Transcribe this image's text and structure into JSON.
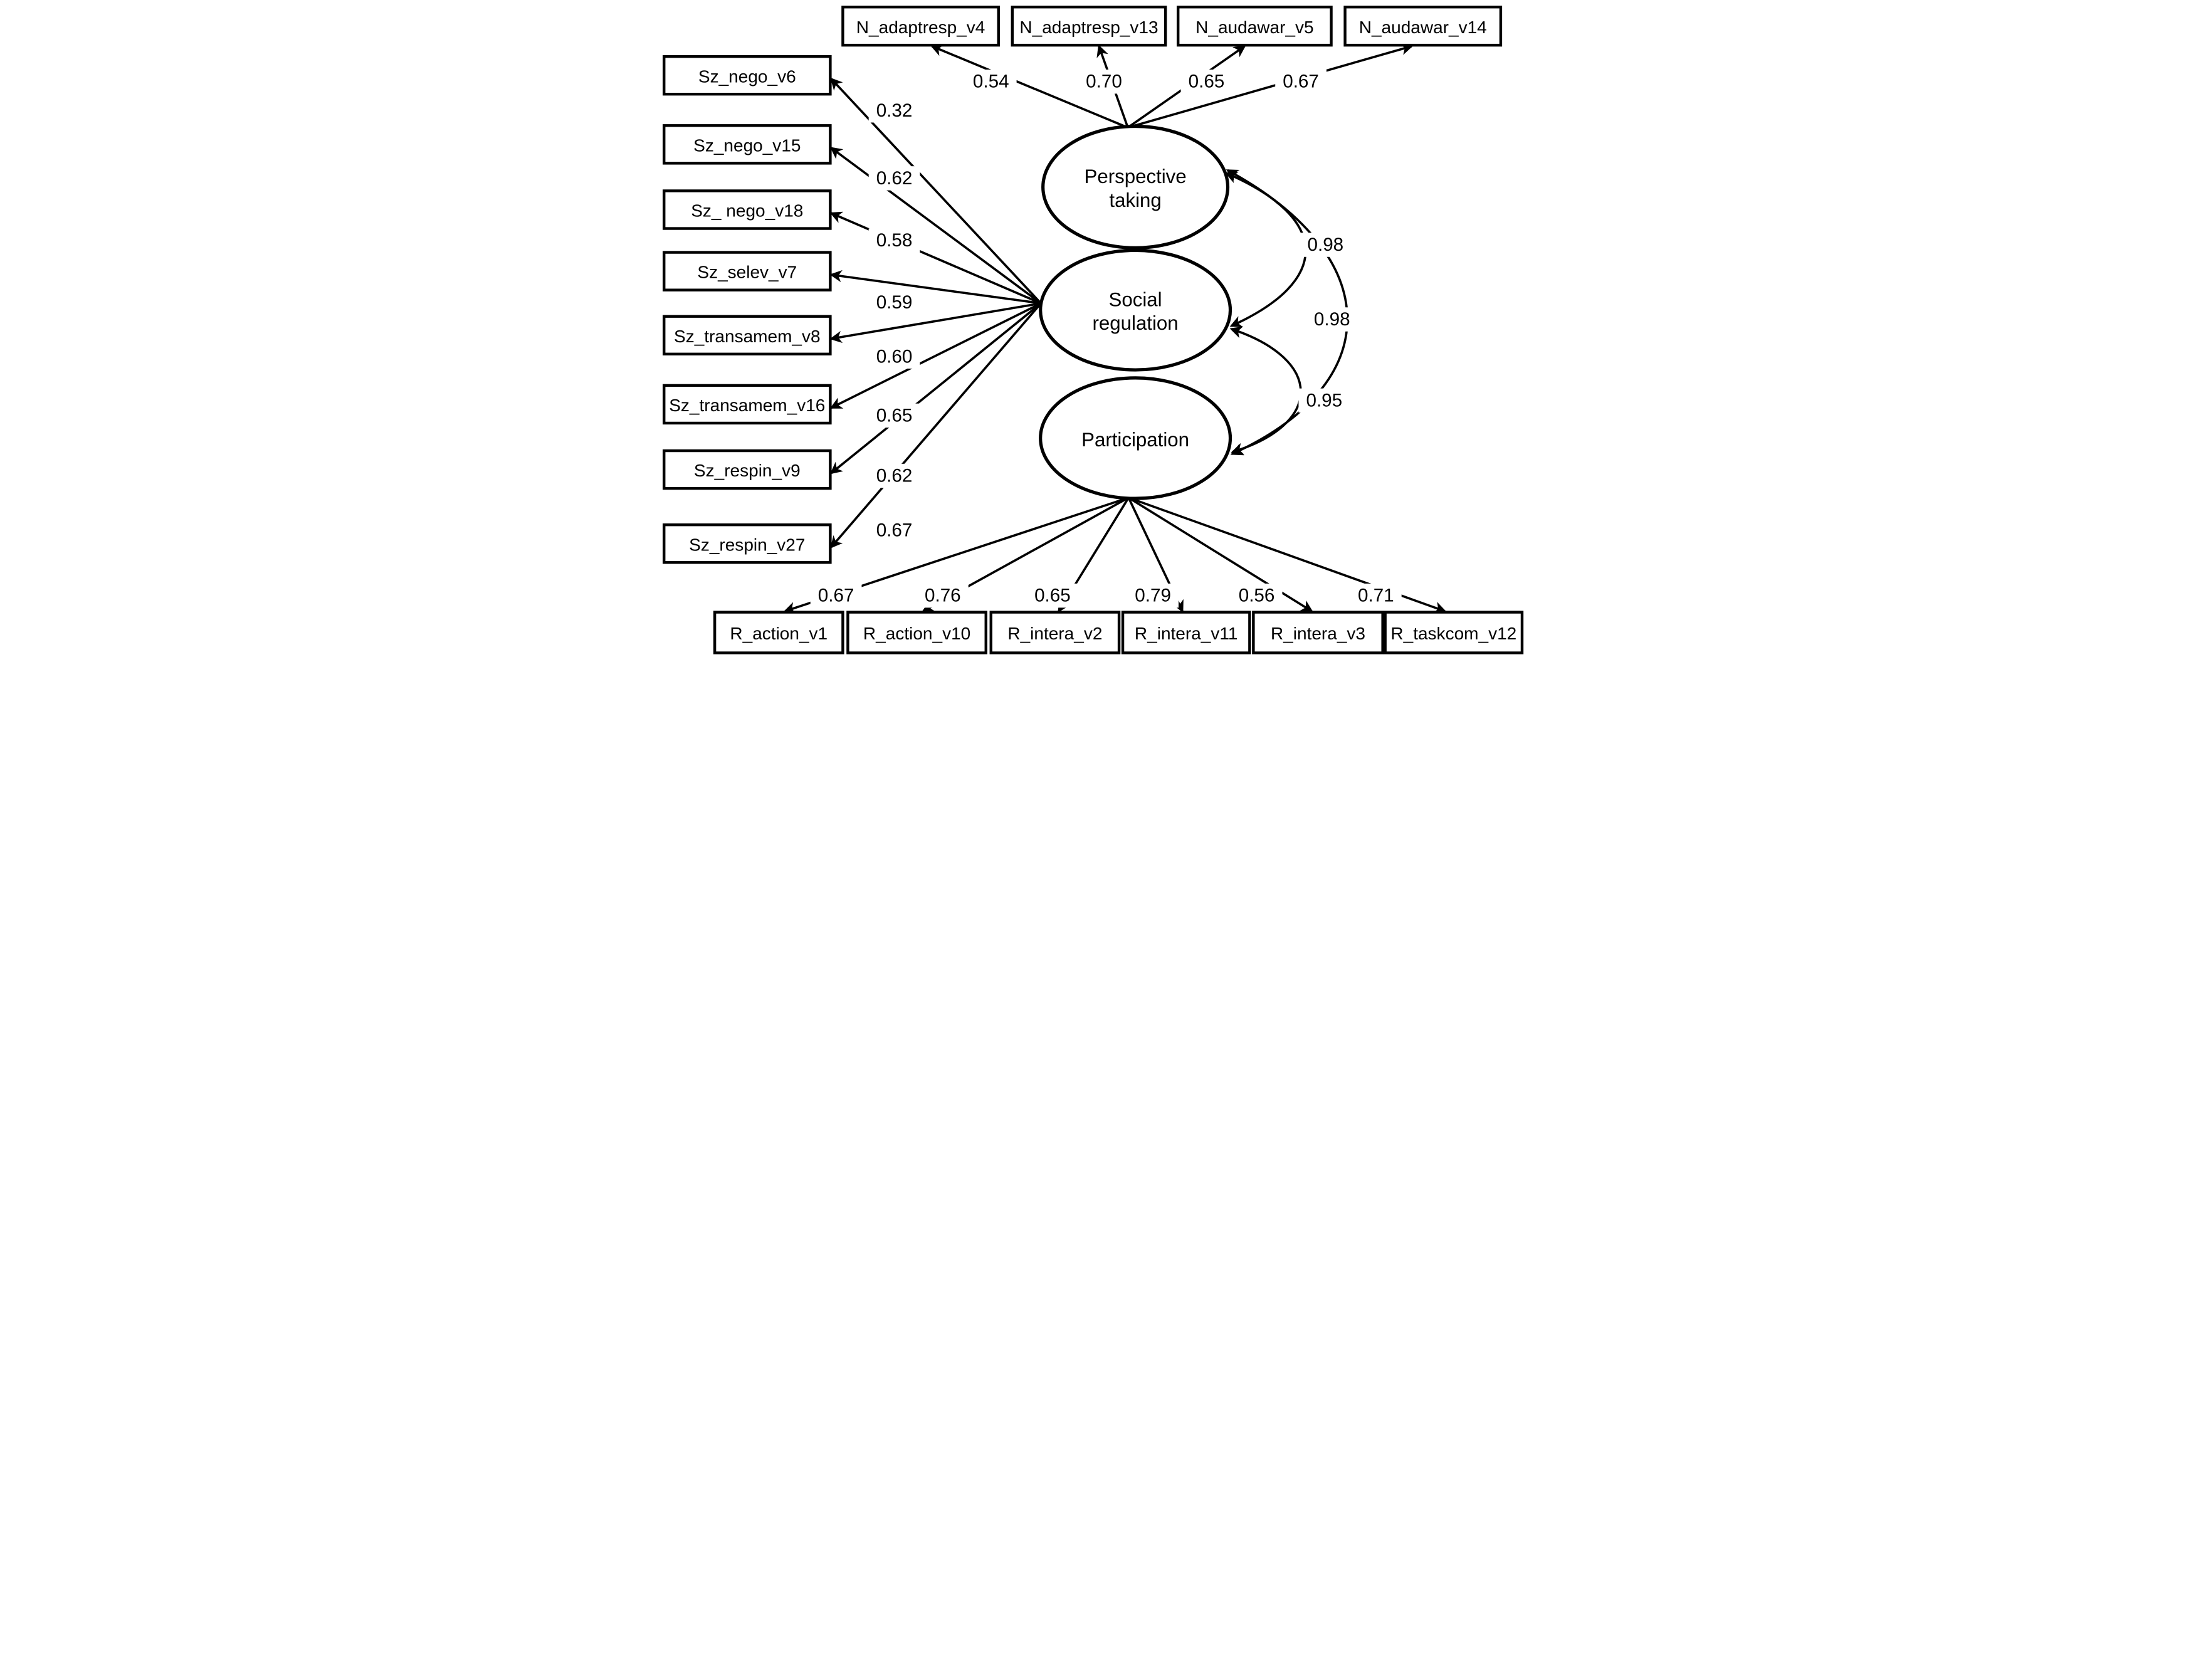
{
  "figure": {
    "type": "structural-equation-model-path-diagram",
    "background_color": "#ffffff",
    "stroke_color": "#000000",
    "latent_factors": [
      {
        "name": "Perspective taking",
        "label_lines": [
          "Perspective",
          "taking"
        ]
      },
      {
        "name": "Social regulation",
        "label_lines": [
          "Social",
          "regulation"
        ]
      },
      {
        "name": "Participation",
        "label_lines": [
          "Participation"
        ]
      }
    ],
    "indicators": {
      "top": {
        "factor": "Perspective taking",
        "items": [
          {
            "label": "N_adaptresp_v4",
            "loading": "0.54"
          },
          {
            "label": "N_adaptresp_v13",
            "loading": "0.70"
          },
          {
            "label": "N_audawar_v5",
            "loading": "0.65"
          },
          {
            "label": "N_audawar_v14",
            "loading": "0.67"
          }
        ]
      },
      "left": {
        "factor": "Social regulation",
        "items": [
          {
            "label": "Sz_nego_v6",
            "loading": "0.32"
          },
          {
            "label": "Sz_nego_v15",
            "loading": "0.62"
          },
          {
            "label": "Sz_ nego_v18",
            "loading": "0.58"
          },
          {
            "label": "Sz_selev_v7",
            "loading": "0.59"
          },
          {
            "label": "Sz_transamem_v8",
            "loading": "0.60"
          },
          {
            "label": "Sz_transamem_v16",
            "loading": "0.65"
          },
          {
            "label": "Sz_respin_v9",
            "loading": "0.62"
          },
          {
            "label": "Sz_respin_v27",
            "loading": "0.67"
          }
        ]
      },
      "bottom": {
        "factor": "Participation",
        "items": [
          {
            "label": "R_action_v1",
            "loading": "0.67"
          },
          {
            "label": "R_action_v10",
            "loading": "0.76"
          },
          {
            "label": "R_intera_v2",
            "loading": "0.65"
          },
          {
            "label": "R_intera_v11",
            "loading": "0.79"
          },
          {
            "label": "R_intera_v3",
            "loading": "0.56"
          },
          {
            "label": "R_taskcom_v12",
            "loading": "0.71"
          }
        ]
      }
    },
    "covariances": [
      {
        "between": [
          "Perspective taking",
          "Social regulation"
        ],
        "value": "0.98"
      },
      {
        "between": [
          "Perspective taking",
          "Participation"
        ],
        "value": "0.98"
      },
      {
        "between": [
          "Social regulation",
          "Participation"
        ],
        "value": "0.95"
      }
    ]
  }
}
